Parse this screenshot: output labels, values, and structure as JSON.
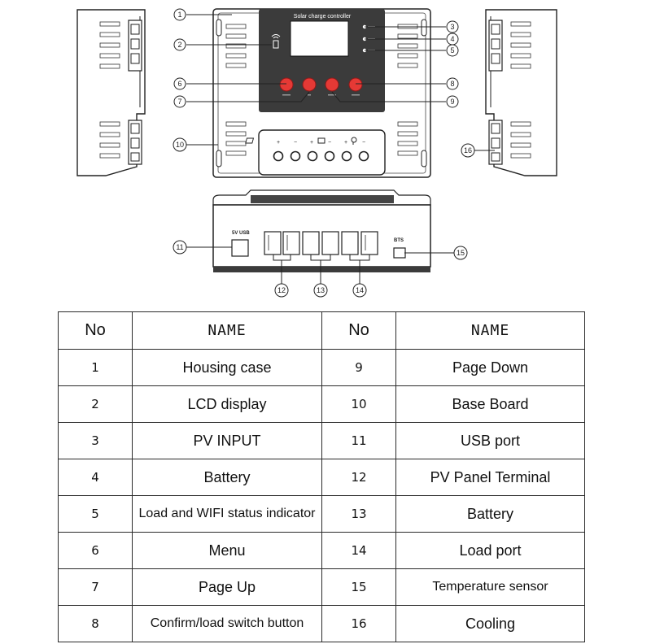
{
  "diagram": {
    "lcd_title": "Solar charge controller",
    "callouts": [
      "1",
      "2",
      "3",
      "4",
      "5",
      "6",
      "7",
      "8",
      "9",
      "10",
      "11",
      "12",
      "13",
      "14",
      "15",
      "16"
    ],
    "port_labels": {
      "usb": "5V USB",
      "sensor": "BTS"
    }
  },
  "table": {
    "headers": {
      "no_left": "No",
      "name_left": "NAME",
      "no_right": "No",
      "name_right": "NAME"
    },
    "rows": [
      {
        "no1": "1",
        "name1": "Housing case",
        "no2": "9",
        "name2": "Page Down"
      },
      {
        "no1": "2",
        "name1": "LCD display",
        "no2": "10",
        "name2": "Base Board"
      },
      {
        "no1": "3",
        "name1": "PV INPUT",
        "no2": "11",
        "name2": "USB port"
      },
      {
        "no1": "4",
        "name1": "Battery",
        "no2": "12",
        "name2": "PV Panel Terminal"
      },
      {
        "no1": "5",
        "name1": "Load and WIFI status indicator",
        "no2": "13",
        "name2": "Battery"
      },
      {
        "no1": "6",
        "name1": "Menu",
        "no2": "14",
        "name2": "Load port"
      },
      {
        "no1": "7",
        "name1": "Page Up",
        "no2": "15",
        "name2": "Temperature sensor"
      },
      {
        "no1": "8",
        "name1": "Confirm/load switch button",
        "no2": "16",
        "name2": "Cooling"
      }
    ]
  }
}
